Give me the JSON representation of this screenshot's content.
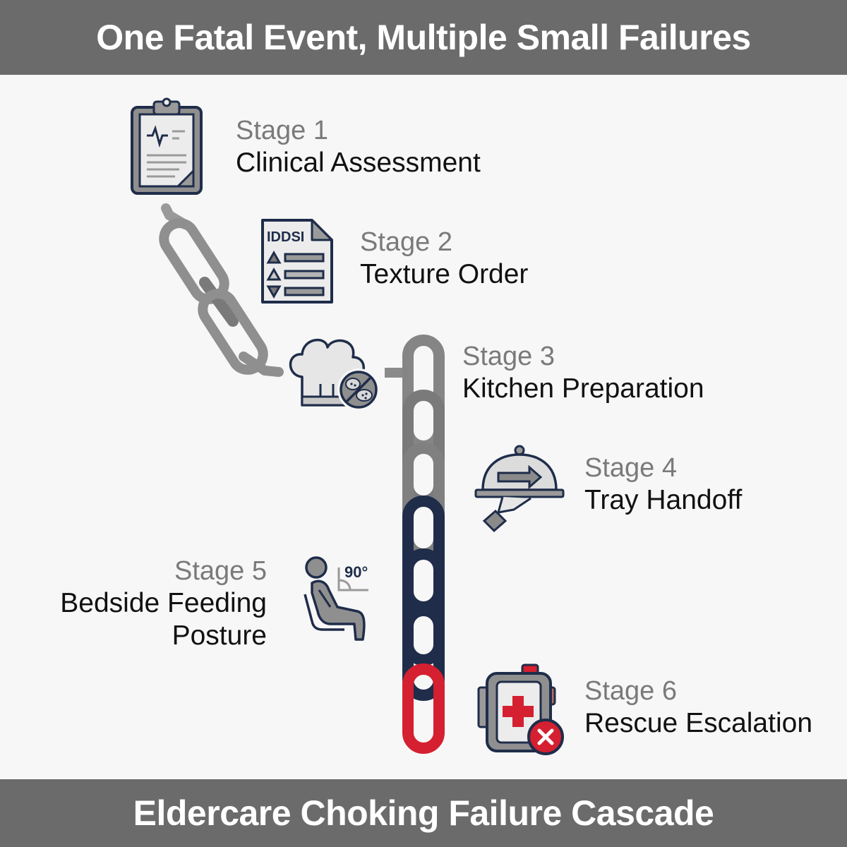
{
  "header": {
    "title": "One Fatal Event, Multiple Small Failures"
  },
  "footer": {
    "title": "Eldercare Choking Failure Cascade"
  },
  "stages": [
    {
      "number": "Stage 1",
      "name": "Clinical Assessment",
      "icon": "clipboard-icon"
    },
    {
      "number": "Stage 2",
      "name": "Texture Order",
      "icon": "iddsi-document-icon",
      "icon_text": "IDDSI"
    },
    {
      "number": "Stage 3",
      "name": "Kitchen Preparation",
      "icon": "chef-hat-no-solids-icon"
    },
    {
      "number": "Stage 4",
      "name": "Tray Handoff",
      "icon": "serving-tray-icon"
    },
    {
      "number": "Stage 5",
      "name_line1": "Bedside Feeding",
      "name_line2": "Posture",
      "icon": "seated-posture-icon",
      "icon_text": "90°"
    },
    {
      "number": "Stage 6",
      "name": "Rescue Escalation",
      "icon": "first-aid-kit-failed-icon"
    }
  ],
  "colors": {
    "banner": "#6b6b6b",
    "chain_gray": "#8a8a8a",
    "chain_navy": "#1f2d4a",
    "chain_red": "#d42030",
    "icon_outline": "#1f2d4a"
  }
}
